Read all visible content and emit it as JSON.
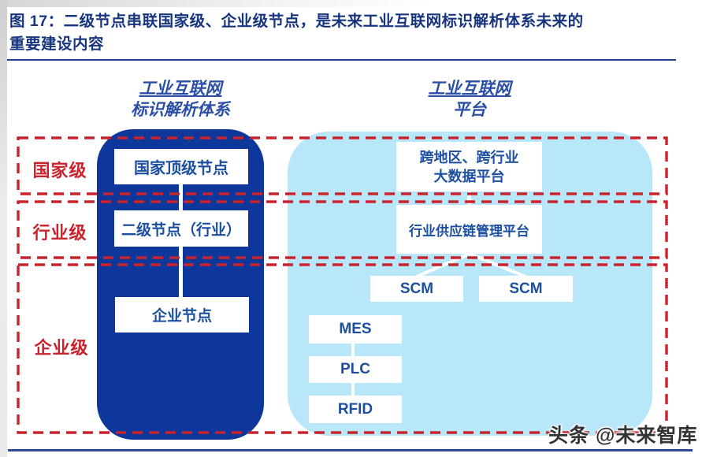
{
  "figure": {
    "title_line1": "图 17：二级节点串联国家级、企业级节点，是未来工业互联网标识解析体系未来的",
    "title_line2": "重要建设内容"
  },
  "resolution_system": {
    "header_line1": "工业互联网",
    "header_line2": "标识解析体系",
    "nodes": [
      "国家顶级节点",
      "二级节点（行业）",
      "企业节点"
    ]
  },
  "platform": {
    "header_line1": "工业互联网",
    "header_line2": "平台",
    "bigdata_line1": "跨地区、跨行业",
    "bigdata_line2": "大数据平台",
    "supply_chain": "行业供应链管理平台",
    "scm_left": "SCM",
    "scm_right": "SCM",
    "mes": "MES",
    "plc": "PLC",
    "rfid": "RFID"
  },
  "levels": [
    {
      "label": "国家级"
    },
    {
      "label": "行业级"
    },
    {
      "label": "企业级"
    }
  ],
  "watermark": "头条 @未来智库",
  "colors": {
    "title_blue": "#17357e",
    "header_blue": "#2a4fa5",
    "panel_dark_blue": "#0e379b",
    "panel_light_blue": "#b9e7fa",
    "node_text_blue": "#1d4fa1",
    "level_red": "#c9232e",
    "divider_blue": "#2b4a9b"
  }
}
